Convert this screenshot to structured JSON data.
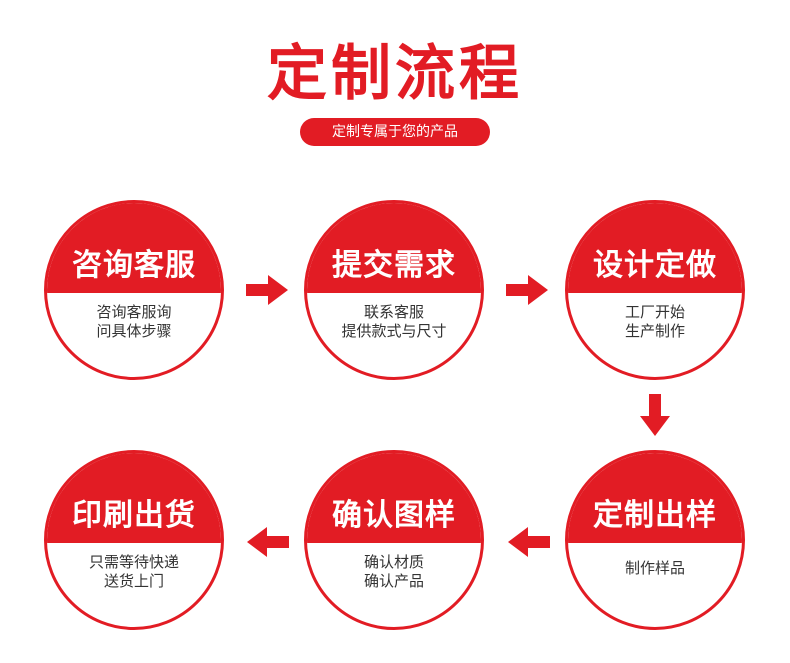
{
  "header": {
    "title": "定制流程",
    "subtitle": "定制专属于您的产品"
  },
  "steps": [
    {
      "title": "咨询客服",
      "lines": [
        "咨询客服询",
        "问具体步骤"
      ]
    },
    {
      "title": "提交需求",
      "lines": [
        "联系客服",
        "提供款式与尺寸"
      ]
    },
    {
      "title": "设计定做",
      "lines": [
        "工厂开始",
        "生产制作"
      ]
    },
    {
      "title": "定制出样",
      "lines": [
        "制作样品",
        ""
      ]
    },
    {
      "title": "确认图样",
      "lines": [
        "确认材质",
        "确认产品"
      ]
    },
    {
      "title": "印刷出货",
      "lines": [
        "只需等待快递",
        "送货上门"
      ]
    }
  ],
  "colors": {
    "accent": "#e21c24"
  }
}
